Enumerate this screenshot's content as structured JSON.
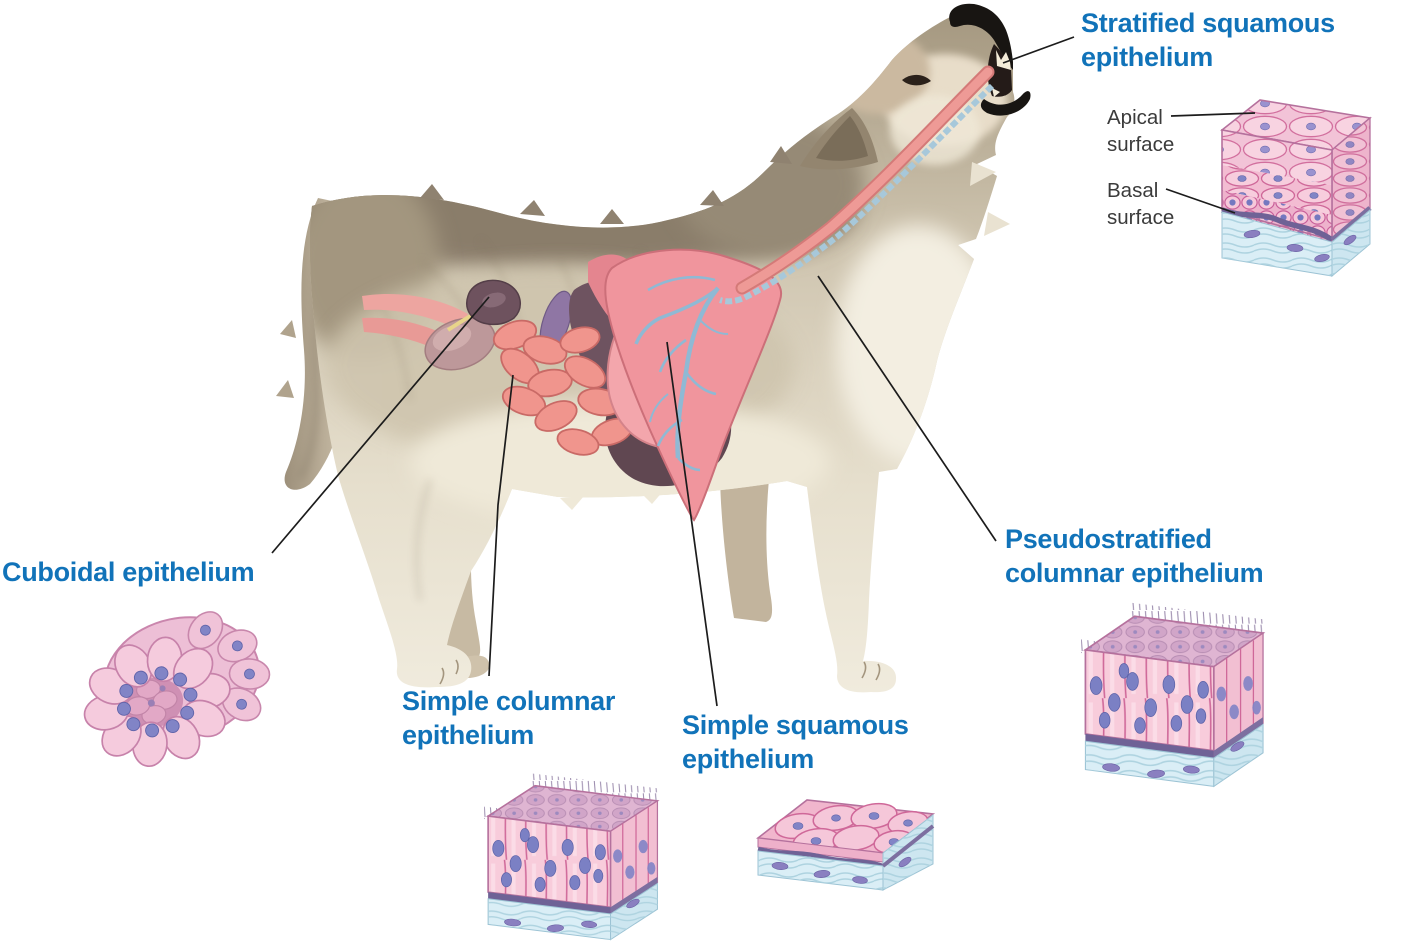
{
  "labels": {
    "stratified_squamous": "Stratified squamous epithelium",
    "apical_surface": "Apical surface",
    "basal_surface": "Basal surface",
    "cuboidal": "Cuboidal epithelium",
    "simple_columnar": "Simple columnar epithelium",
    "simple_squamous": "Simple squamous epithelium",
    "pseudostratified_columnar": "Pseudostratified columnar epithelium"
  },
  "colors": {
    "background": "#ffffff",
    "label_blue": "#1173b9",
    "label_dark": "#3b3b3b",
    "leader_line": "#1c1c1c",
    "cell_pink": "#f7cddd",
    "cell_outline": "#cf6899",
    "nucleus_purple": "#7f80c4",
    "basement_purple": "#6f6296",
    "connective_blue": "#daeef6",
    "fur_dark": "#8e8170",
    "fur_light": "#efe9d8",
    "organ_pink": "#f0959d",
    "organ_dark": "#604751"
  }
}
